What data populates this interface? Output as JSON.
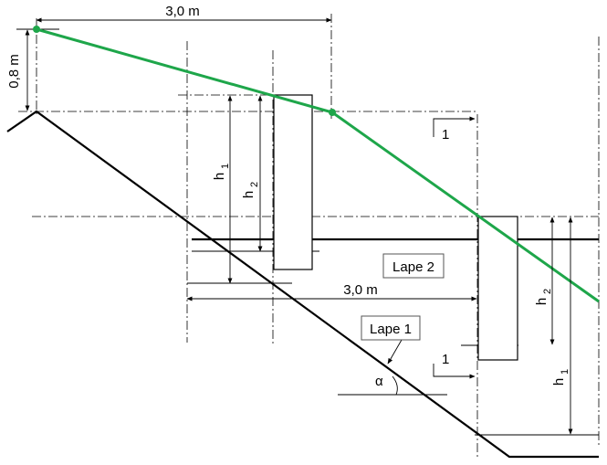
{
  "labels": {
    "dim_top": "3,0 m",
    "dim_mid": "3,0 m",
    "height_left": "0,8 m",
    "h1_symbol": "h",
    "h1_sub": "1",
    "h2_symbol": "h",
    "h2_sub": "2",
    "slope_top": "1",
    "slope_bottom": "1",
    "angle": "α",
    "lape2": "Lape 2",
    "lape1": "Lape 1"
  },
  "colors": {
    "green_line": "#1ea64a",
    "lines": "#000000"
  }
}
